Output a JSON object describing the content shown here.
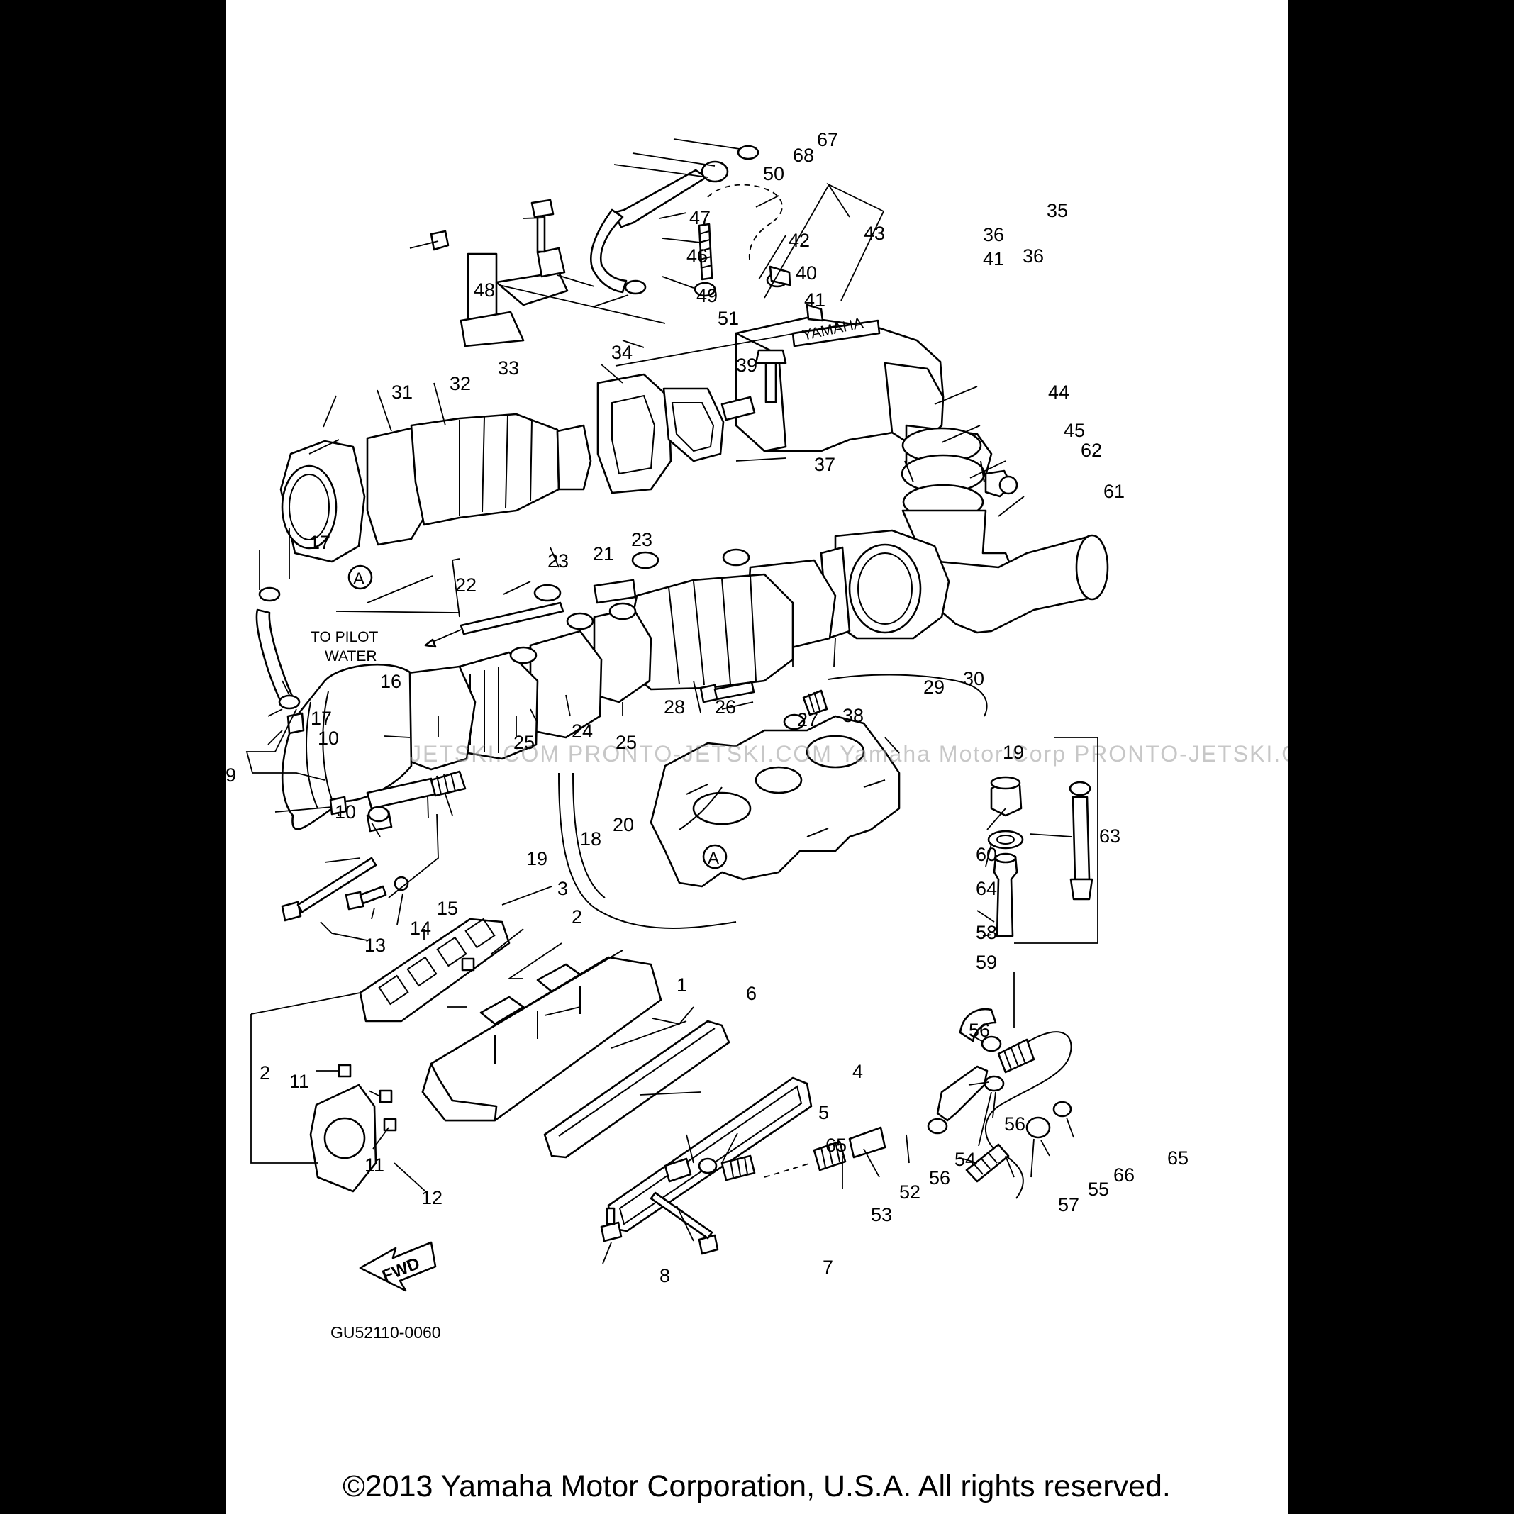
{
  "diagram": {
    "callouts": [
      "1",
      "2",
      "2",
      "3",
      "4",
      "5",
      "6",
      "7",
      "8",
      "9",
      "10",
      "10",
      "11",
      "11",
      "12",
      "13",
      "14",
      "15",
      "16",
      "17",
      "17",
      "18",
      "19",
      "19",
      "20",
      "21",
      "22",
      "23",
      "23",
      "24",
      "25",
      "25",
      "26",
      "27",
      "28",
      "29",
      "30",
      "31",
      "32",
      "33",
      "34",
      "35",
      "36",
      "36",
      "37",
      "38",
      "39",
      "40",
      "41",
      "41",
      "42",
      "43",
      "44",
      "45",
      "46",
      "47",
      "48",
      "49",
      "50",
      "51",
      "52",
      "53",
      "54",
      "55",
      "56",
      "56",
      "56",
      "57",
      "58",
      "59",
      "60",
      "61",
      "62",
      "63",
      "64",
      "65",
      "65",
      "66",
      "67",
      "68"
    ],
    "ref_marks": [
      "A",
      "A"
    ],
    "note_line1": "TO PILOT",
    "note_line2": "WATER",
    "part_text": "YAMAHA",
    "fwd_text": "FWD",
    "drawing_code": "GU52110-0060",
    "watermark": "JETSKI.COM   PRONTO-JETSKI.COM   Yamaha Motor Corp   PRONTO-JETSKI.COM",
    "copyright": "©2013 Yamaha Motor Corporation, U.S.A. All rights reserved."
  }
}
